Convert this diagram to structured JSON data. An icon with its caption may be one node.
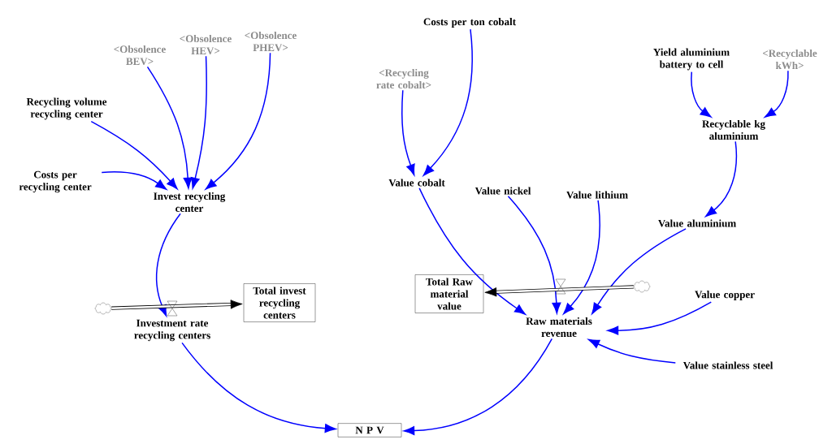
{
  "diagram": {
    "nodes": [
      {
        "text": [
          "<Obsolence BEV>"
        ]
      },
      {
        "text": [
          "<Obsolence HEV>"
        ]
      },
      {
        "text": [
          "<Obsolence PHEV>"
        ]
      },
      {
        "text": [
          "Recycling volume recycling center"
        ]
      },
      {
        "text": [
          "Costs per recycling center"
        ]
      },
      {
        "text": [
          "Invest recycling center"
        ]
      },
      {
        "text": [],
        "shape": "cloud"
      },
      {
        "text": [
          "Investment rate recycling centers"
        ]
      },
      {
        "text": [
          "Total invest recycling centers"
        ]
      },
      {
        "text": [
          "Costs per ton cobalt"
        ]
      },
      {
        "text": [
          "<Recycling rate cobalt>"
        ]
      },
      {
        "text": [
          "Yield aluminium battery to cell"
        ]
      },
      {
        "text": [
          "<Recyclable kWh>"
        ]
      },
      {
        "text": [
          "Recyclable kg aluminium"
        ]
      },
      {
        "text": [
          "Value cobalt"
        ]
      },
      {
        "text": [
          "Value nickel"
        ]
      },
      {
        "text": [
          "Value lithium"
        ]
      },
      {
        "text": [
          "Value aluminium"
        ]
      },
      {
        "text": [
          "Total Raw material value"
        ]
      },
      {
        "text": [
          "Raw materials revenue"
        ]
      },
      {
        "text": [],
        "shape": "cloud"
      },
      {
        "text": [
          "Value copper"
        ]
      },
      {
        "text": [
          "Value stainless steel"
        ]
      },
      {
        "text": [
          "N P V"
        ]
      }
    ],
    "edges": [
      {
        "from": 0,
        "to": 5,
        "arrow": "to"
      },
      {
        "from": 1,
        "to": 5,
        "arrow": "to"
      },
      {
        "from": 2,
        "to": 5,
        "arrow": "to"
      },
      {
        "from": 3,
        "to": 5,
        "arrow": "to"
      },
      {
        "from": 4,
        "to": 5,
        "arrow": "to"
      },
      {
        "from": 5,
        "to": 7,
        "arrow": "to"
      },
      {
        "from": 6,
        "to": 8,
        "arrow": "to",
        "style": "thick",
        "color": "#000000"
      },
      {
        "from": 7,
        "to": 23,
        "arrow": "to"
      },
      {
        "from": 9,
        "to": 14,
        "arrow": "to"
      },
      {
        "from": 10,
        "to": 14,
        "arrow": "to"
      },
      {
        "from": 11,
        "to": 13,
        "arrow": "to"
      },
      {
        "from": 12,
        "to": 13,
        "arrow": "to"
      },
      {
        "from": 13,
        "to": 17,
        "arrow": "to"
      },
      {
        "from": 14,
        "to": 19,
        "arrow": "to"
      },
      {
        "from": 15,
        "to": 19,
        "arrow": "to"
      },
      {
        "from": 16,
        "to": 19,
        "arrow": "to"
      },
      {
        "from": 17,
        "to": 19,
        "arrow": "to"
      },
      {
        "from": 20,
        "to": 18,
        "arrow": "to",
        "style": "thick",
        "color": "#000000"
      },
      {
        "from": 21,
        "to": 19,
        "arrow": "to"
      },
      {
        "from": 22,
        "to": 19,
        "arrow": "to"
      },
      {
        "from": 19,
        "to": 23,
        "arrow": "to"
      }
    ]
  }
}
